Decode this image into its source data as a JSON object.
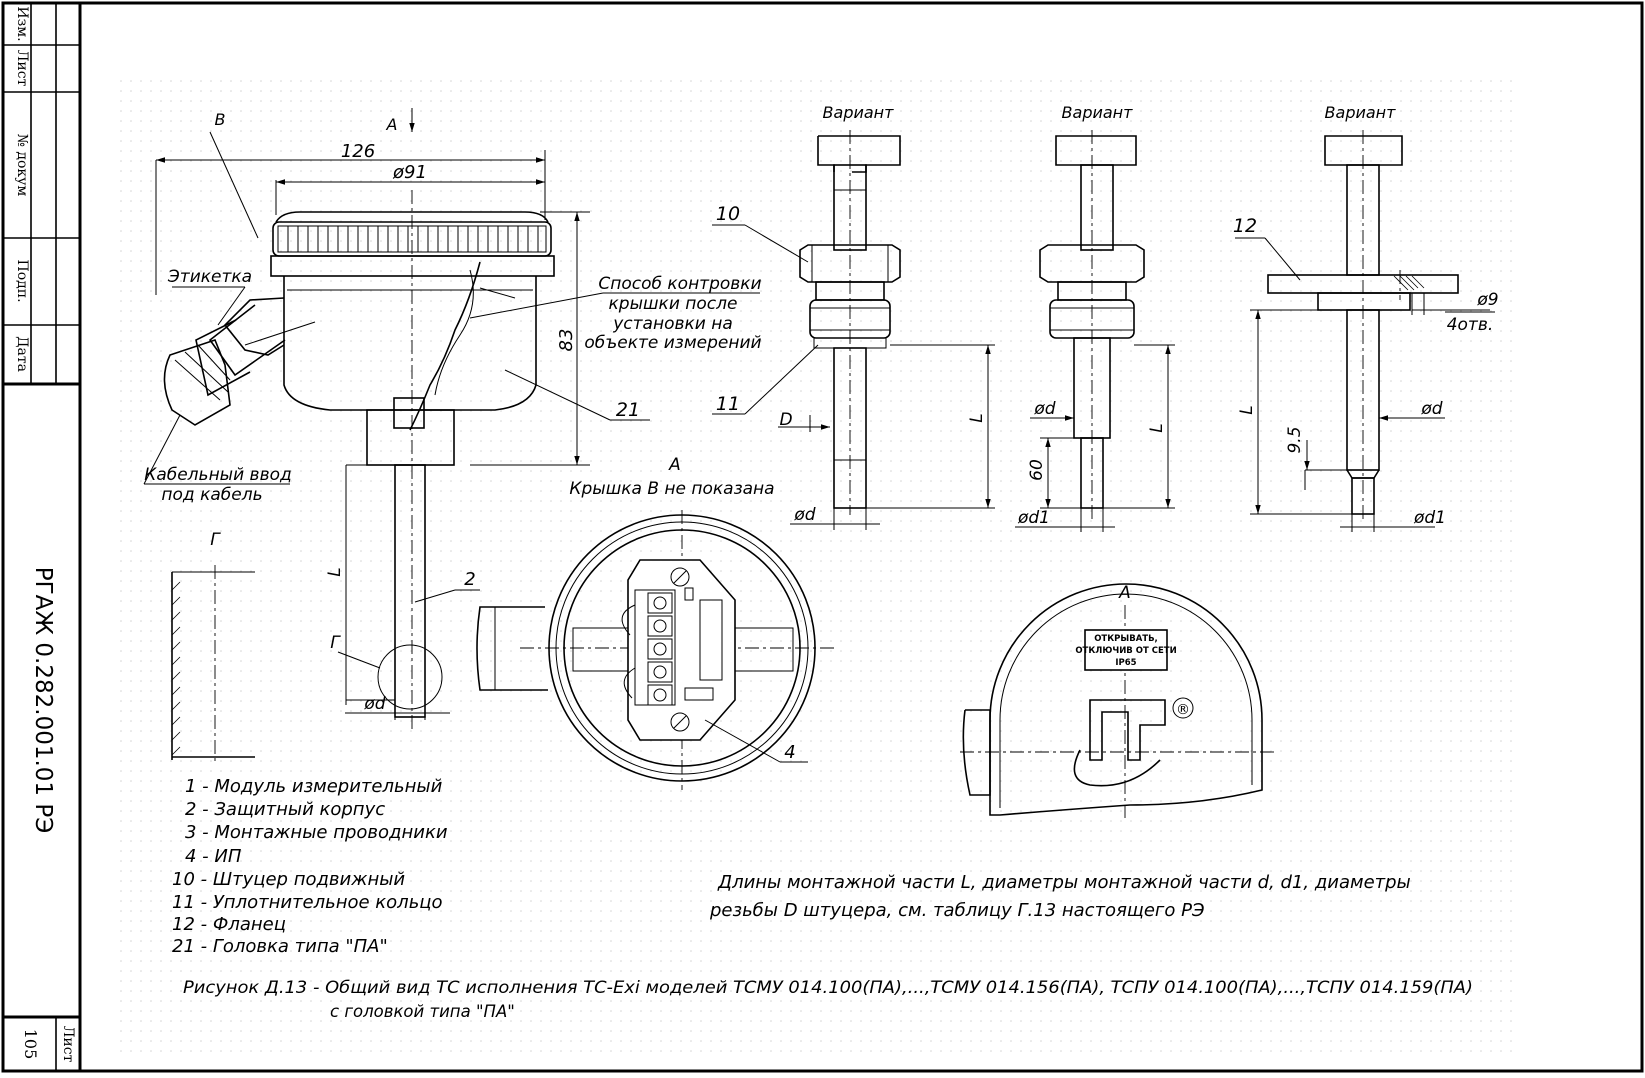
{
  "stamp": {
    "rev_labels": [
      "Изм.",
      "Лист",
      "№ докум",
      "Подп.",
      "Дата"
    ],
    "doc_code": "РГАЖ 0.282.001.01 РЭ",
    "sheet_label": "Лист",
    "sheet_number": "105"
  },
  "dims": {
    "d126": "126",
    "d91": "ø91",
    "d83": "83",
    "view_a": "А",
    "view_b": "В",
    "L": "L",
    "phi_d": "ød",
    "phi_d1": "ød1",
    "D": "D",
    "d60": "60",
    "d95": "9.5",
    "phi9": "ø9",
    "holes": "4отв."
  },
  "labels": {
    "etiketka": "Этикетка",
    "kontrovka": [
      "Способ контровки",
      "крышки после",
      "установки на",
      "объекте измерений"
    ],
    "cable": [
      "Кабельный ввод",
      "под кабель"
    ],
    "variant": "Вариант",
    "cover_not_shown": "Крышка В не показана",
    "section_g": "Г",
    "pos": [
      "10",
      "11",
      "12",
      "21",
      "2",
      "4"
    ],
    "cover_plate": [
      "ОТКРЫВАТЬ,",
      "ОТКЛЮЧИВ ОТ СЕТИ",
      "IP65"
    ],
    "registered": "®"
  },
  "legend": [
    "1 - Модуль измерительный",
    "2 - Защитный корпус",
    "3 - Монтажные проводники",
    "4 - ИП",
    "10 - Штуцер подвижный",
    "11 - Уплотнительное кольцо",
    "12 - Фланец",
    "21 - Головка типа \"ПА\""
  ],
  "note": [
    "Длины монтажной части L, диаметры монтажной части d, d1, диаметры",
    "резьбы D штуцера, см. таблицу Г.13 настоящего РЭ"
  ],
  "caption": [
    "Рисунок Д.13 - Общий вид ТС исполнения ТС-Exi моделей ТСМУ 014.100(ПА),...,ТСМУ 014.156(ПА), ТСПУ 014.100(ПА),...,ТСПУ 014.159(ПА)",
    "с головкой типа \"ПА\""
  ]
}
